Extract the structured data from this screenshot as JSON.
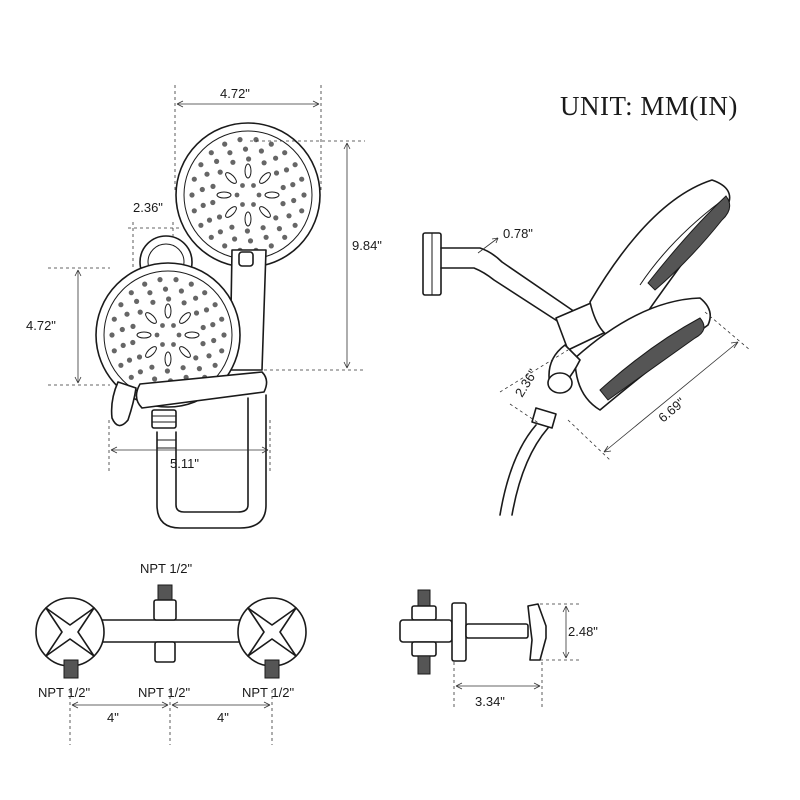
{
  "unit_label": "UNIT: MM(IN)",
  "front_view": {
    "top_head_width": "4.72\"",
    "overall_height": "9.84\"",
    "head_offset": "2.36\"",
    "lower_head_height": "4.72\"",
    "bracket_width": "5.11\""
  },
  "side_view": {
    "arm_offset": "0.78\"",
    "handle_offset": "2.36\"",
    "head_length": "6.69\""
  },
  "valve_front": {
    "top_inlet": "NPT 1/2\"",
    "left_inlet": "NPT 1/2\"",
    "center_inlet": "NPT 1/2\"",
    "right_inlet": "NPT 1/2\"",
    "left_spacing": "4\"",
    "right_spacing": "4\""
  },
  "valve_side": {
    "height": "2.48\"",
    "depth": "3.34\""
  }
}
